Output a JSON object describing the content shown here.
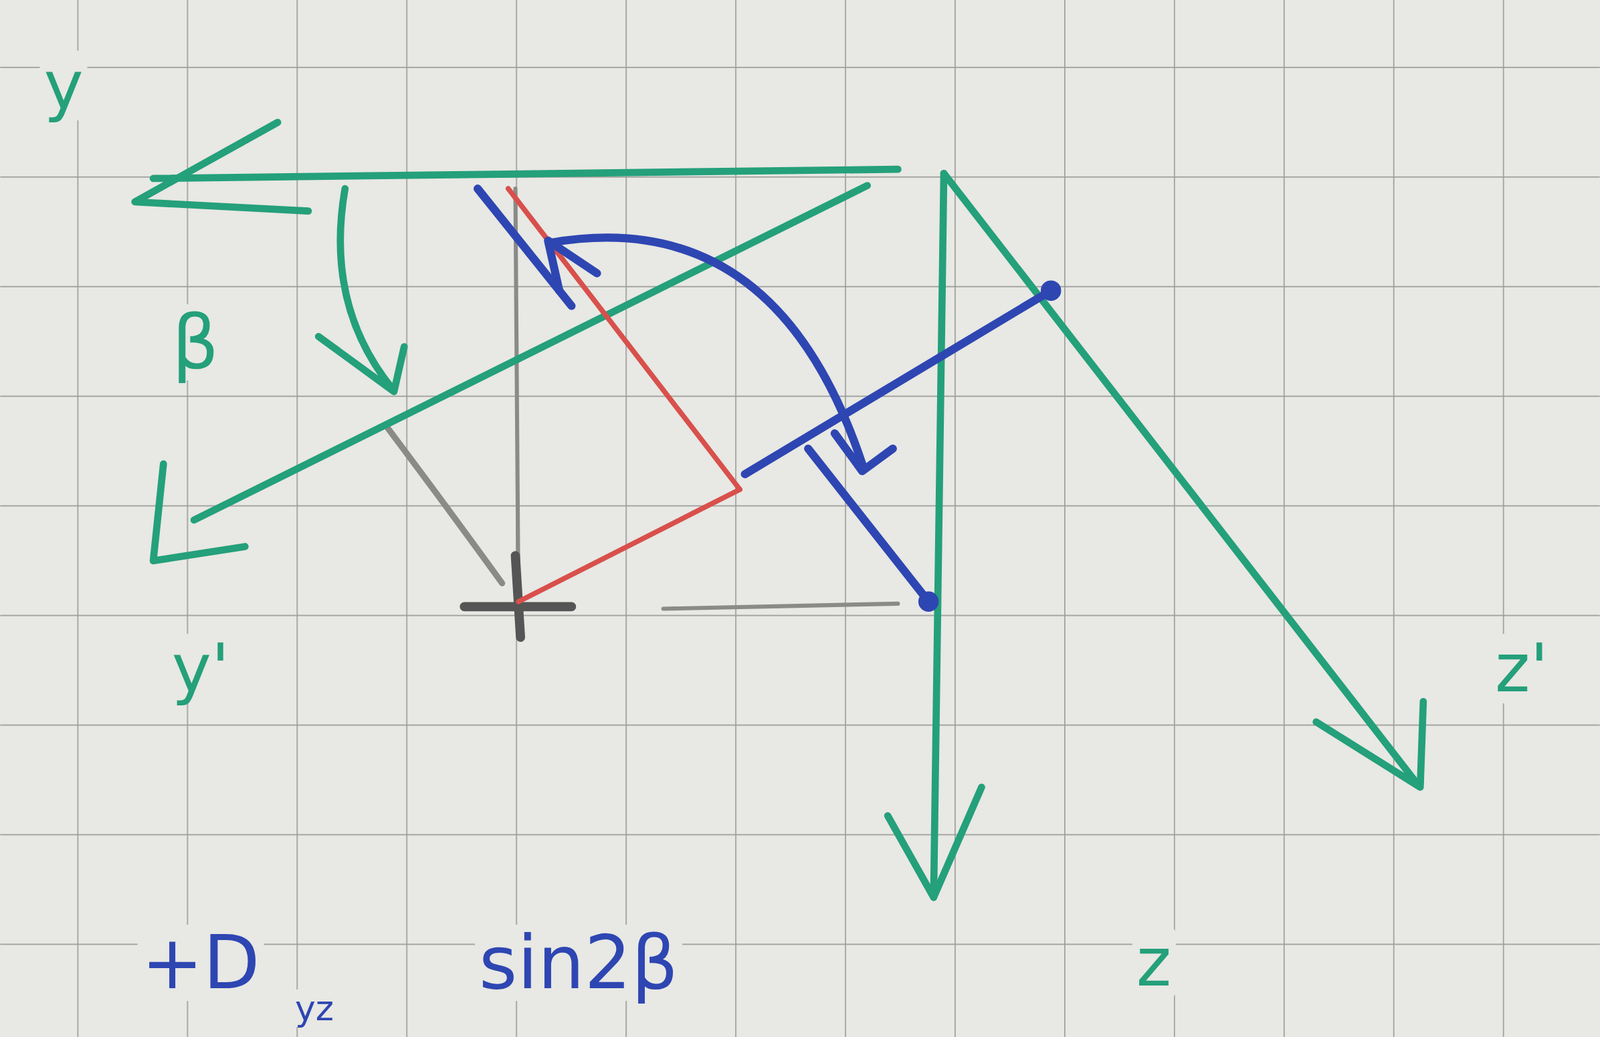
{
  "diagram": {
    "labels": [
      "y",
      "β",
      "y'",
      "z'",
      "z",
      "+D",
      "yz",
      "sin2β"
    ]
  }
}
